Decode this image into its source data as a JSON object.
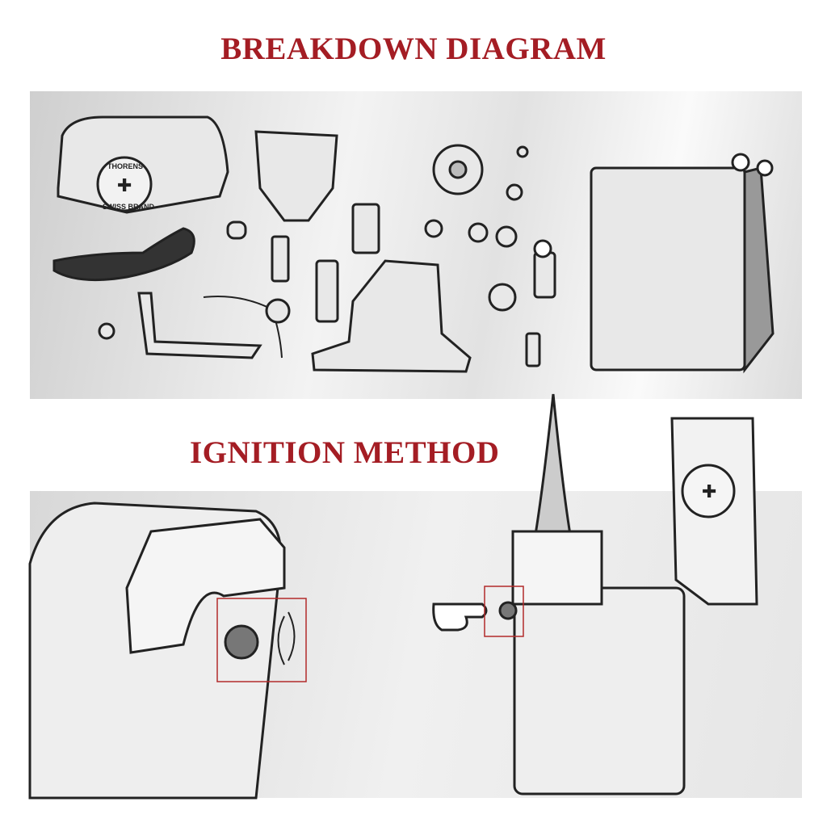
{
  "titles": {
    "breakdown": "BREAKDOWN DIAGRAM",
    "ignition": "IGNITION METHOD"
  },
  "logo": {
    "brand": "THORENS",
    "sub": "SWISS BRAND"
  },
  "colors": {
    "accent": "#a41d24",
    "highlight_box": "#b22a2a"
  }
}
